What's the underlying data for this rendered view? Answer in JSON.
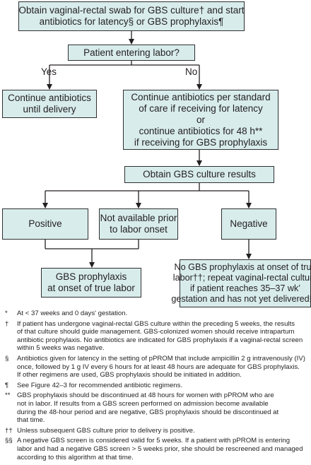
{
  "flowchart": {
    "start": [
      "Obtain vaginal-rectal swab for GBS culture† and start",
      "antibiotics for latency§ or GBS prophylaxis¶"
    ],
    "question": "Patient entering labor?",
    "yes_label": "Yes",
    "no_label": "No",
    "yes_box": [
      "Continue antibiotics",
      "until delivery"
    ],
    "no_box": [
      "Continue antibiotics per standard",
      "of care if receiving for latency",
      "or",
      "continue antibiotics for 48 h**",
      "if receiving for GBS prophylaxis"
    ],
    "results": "Obtain GBS culture results",
    "positive": "Positive",
    "not_available": [
      "Not available prior",
      "to labor onset"
    ],
    "negative": "Negative",
    "prophylaxis": [
      "GBS prophylaxis",
      "at onset of true labor"
    ],
    "no_prophylaxis": [
      "No GBS prophylaxis at onset of true",
      "labor††; repeat vaginal-rectal culture",
      "if patient reaches 35–37 wk’",
      "gestation and has not yet delivered§§"
    ]
  },
  "footnotes": [
    {
      "mark": "*",
      "text": "At < 37 weeks and 0 days' gestation."
    },
    {
      "mark": "†",
      "text": "If patient has undergone vaginal-rectal GBS culture within the preceding 5 weeks, the results\nof that culture should guide management. GBS-colonized women should receive intrapartum\nantibiotic prophylaxis. No antibiotics are indicated for GBS prophylaxis if a vaginal-rectal screen\nwithin 5 weeks was negative."
    },
    {
      "mark": "§",
      "text": "Antibiotics given for latency in the setting of pPROM that include ampicillin 2 g intravenously (IV)\nonce, followed by 1 g IV every 6 hours for at least 48 hours are adequate for GBS prophylaxis.\nIf other regimens are used, GBS prophylaxis should be initiated in addition."
    },
    {
      "mark": "¶",
      "text": "See Figure 42–3 for recommended antibiotic regimens."
    },
    {
      "mark": "**",
      "text": "GBS prophylaxis should be discontinued at 48 hours for women with pPROM who are\nnot in labor. If results from a GBS screen performed on admission become available\nduring the 48-hour period and are negative, GBS prophylaxis should be discontinued at\nthat time."
    },
    {
      "mark": "††",
      "text": "Unless subsequent GBS culture prior to delivery is positive."
    },
    {
      "mark": "§§",
      "text": "A negative GBS screen is considered valid for 5 weeks. If a patient with pPROM is entering\nlabor and had a negative GBS screen > 5 weeks prior, she should be rescreened and managed\naccording to this algorithm at that time."
    }
  ]
}
